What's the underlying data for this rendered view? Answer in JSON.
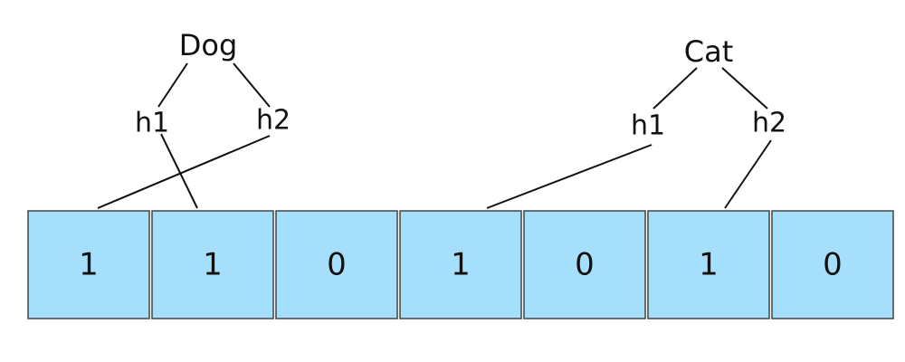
{
  "bit_array": {
    "cells": [
      "1",
      "1",
      "0",
      "1",
      "0",
      "1",
      "0"
    ],
    "cell_fill": "#a6dffb"
  },
  "items": [
    {
      "name": "Dog",
      "hashes": [
        {
          "label": "h1",
          "target_index": 1
        },
        {
          "label": "h2",
          "target_index": 0
        }
      ]
    },
    {
      "name": "Cat",
      "hashes": [
        {
          "label": "h1",
          "target_index": 3
        },
        {
          "label": "h2",
          "target_index": 5
        }
      ]
    }
  ]
}
